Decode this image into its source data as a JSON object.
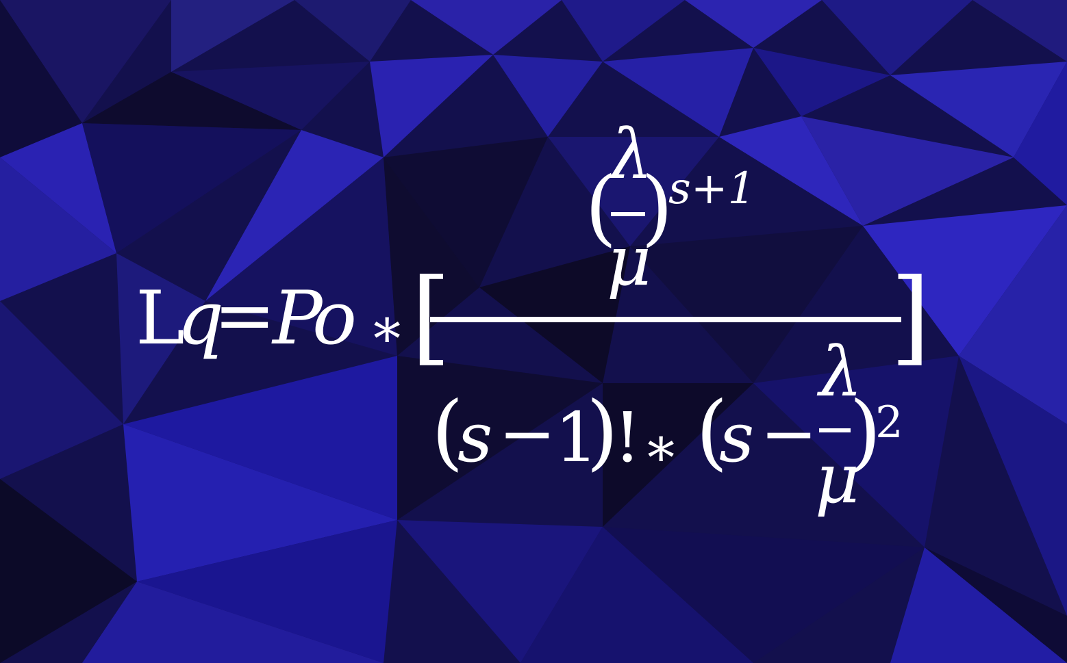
{
  "formula": {
    "lhs": {
      "L": "L",
      "q": "q",
      "equals": "=",
      "P": "P",
      "o": "o",
      "times": "∗"
    },
    "brackets": {
      "open": "[",
      "close": "]"
    },
    "numerator": {
      "paren_open": "(",
      "lambda": "λ",
      "mu": "μ",
      "paren_close": ")",
      "exponent": "s+1"
    },
    "denominator": {
      "open1": "(",
      "s1": "s",
      "minus1": "−",
      "one": "1",
      "close1": ")",
      "factorial": "!",
      "times": "∗",
      "open2": "(",
      "s2": "s",
      "minus2": "−",
      "lambda": "λ",
      "mu": "μ",
      "close2": ")",
      "exponent": "2"
    }
  },
  "colors": {
    "text": "#ffffff",
    "background_base": "#12104a",
    "background_accent": "#2a22b8"
  }
}
